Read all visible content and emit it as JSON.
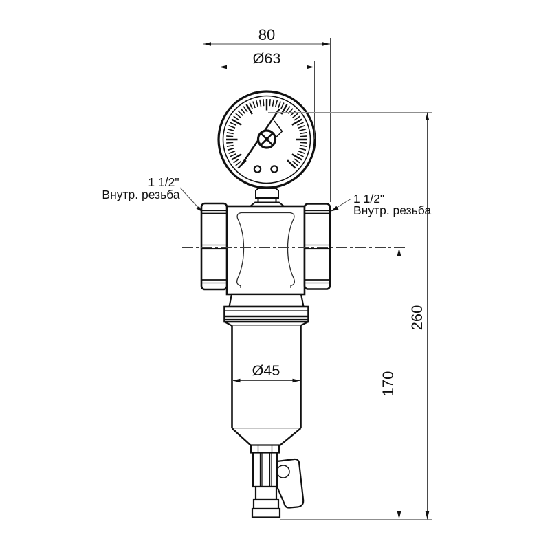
{
  "drawing": {
    "type": "technical dimensional drawing of inline self-cleaning water filter with pressure gauge",
    "dimensions": {
      "body_width": "80",
      "gauge_diameter": "Ø63",
      "bowl_diameter": "Ø45",
      "bowl_depth": "170",
      "total_height": "260"
    },
    "port_labels": {
      "left": {
        "size": "1 1/2\"",
        "type": "Внутр. резьба"
      },
      "right": {
        "size": "1 1/2\"",
        "type": "Внутр. резьба"
      }
    },
    "colors": {
      "outline": "#111111",
      "dimension_lines": "#4a4a4a",
      "light_lines": "#8f8f8f",
      "background": "#ffffff"
    }
  }
}
